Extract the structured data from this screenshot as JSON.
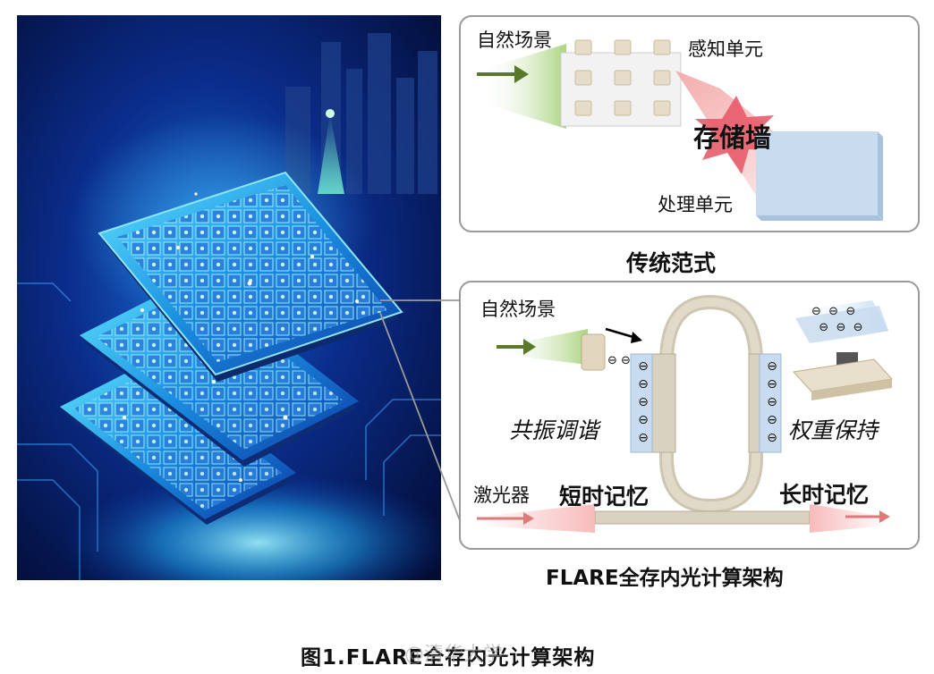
{
  "illustration": {
    "description": "chip-stack"
  },
  "traditional": {
    "natural_scene": "自然场景",
    "sensing_unit": "感知单元",
    "memory_wall": "存储墙",
    "processing_unit": "处理单元",
    "caption": "传统范式"
  },
  "flare": {
    "natural_scene": "自然场景",
    "resonance_tuning": "共振调谐",
    "weight_holding": "权重保持",
    "laser": "激光器",
    "short_term_memory": "短时记忆",
    "long_term_memory": "长时记忆",
    "caption": "FLARE全存内光计算架构",
    "charge_symbol": "⊖"
  },
  "figure_caption": "图1.FLARE全存内光计算架构",
  "watermark": "@清华大学",
  "colors": {
    "arrow_green": "#5a7a2a",
    "laser_red": "#e07a7a",
    "star_red": "#e85b6a",
    "ring_beige": "#d8d0bf",
    "panel_border": "#9a9a9a",
    "blue_unit": "#c9dcef"
  }
}
